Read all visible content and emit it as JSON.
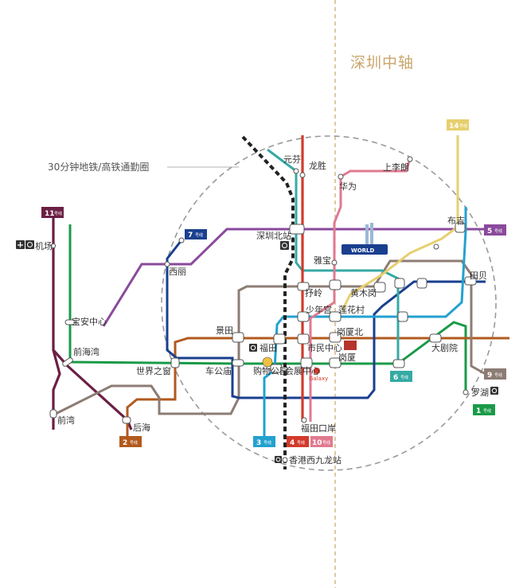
{
  "map": {
    "axis_title": "深圳中轴",
    "commute_circle_label": "30分钟地铁/高铁通勤圈",
    "project_label": "WORLD",
    "galaxy_label": "Galaxy",
    "lines": [
      {
        "id": "1",
        "label": "1",
        "word": "号线",
        "color": "#1a9a48"
      },
      {
        "id": "2",
        "label": "2",
        "word": "号线",
        "color": "#b25a1e"
      },
      {
        "id": "3",
        "label": "3",
        "word": "号线",
        "color": "#23a1cf"
      },
      {
        "id": "4",
        "label": "4",
        "word": "号线",
        "color": "#d33a2b"
      },
      {
        "id": "5",
        "label": "5",
        "word": "号线",
        "color": "#8a4a9c"
      },
      {
        "id": "6",
        "label": "6",
        "word": "号线",
        "color": "#35aaa4"
      },
      {
        "id": "7",
        "label": "7",
        "word": "号线",
        "color": "#1a3f8f"
      },
      {
        "id": "9",
        "label": "9",
        "word": "号线",
        "color": "#8c7c74"
      },
      {
        "id": "10",
        "label": "10",
        "word": "号线",
        "color": "#e07a90"
      },
      {
        "id": "11",
        "label": "11",
        "word": "号线",
        "color": "#6b1f44"
      },
      {
        "id": "14",
        "label": "14",
        "word": "号线",
        "color": "#e7cf6e"
      }
    ],
    "stations": {
      "jichang": "机场",
      "baoan_zhongxin": "宝安中心",
      "qianhaiwan": "前海湾",
      "qianwan": "前湾",
      "houhai": "后海",
      "shijie_zhichuang": "世界之窗",
      "chegongmiao": "车公庙",
      "jingtian": "景田",
      "xili": "西丽",
      "shenzhen_beizhan": "深圳北站",
      "yuanfen": "元芬",
      "longsheng": "龙胜",
      "huawei": "华为",
      "shangli_lang": "上李朗",
      "buji": "布吉",
      "yabao": "雅宝",
      "tianbei": "田贝",
      "shuling": "抒岭",
      "huangmugang": "黄木岗",
      "shaonian_gong": "少年宫",
      "lianhua_cun": "莲花村",
      "gangxia_bei": "岗厦北",
      "futian": "福田",
      "shimin_zhongxin": "市民中心",
      "gangxia": "岗厦",
      "gouwu_gongyuan": "购物公园",
      "huizhan_zhongxin": "会展中心",
      "dajuyuan": "大剧院",
      "luohu": "罗湖",
      "futian_kouan": "福田口岸",
      "xianggang_xijiulong": "香港西九龙站"
    }
  }
}
